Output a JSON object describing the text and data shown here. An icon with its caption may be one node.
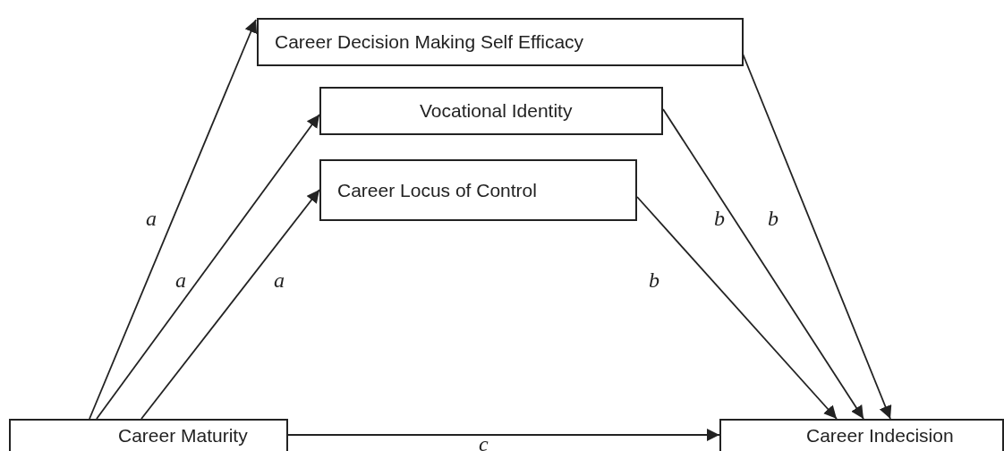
{
  "diagram": {
    "nodes": [
      {
        "text": [
          "Career Decision Making Self Efficacy"
        ]
      },
      {
        "text": [
          "Vocational Identity"
        ]
      },
      {
        "text": [
          "Career Locus of Control"
        ]
      },
      {
        "text": [
          "Career Maturity"
        ]
      },
      {
        "text": [
          "Career Indecision"
        ]
      }
    ],
    "edges": [
      {
        "from": 3,
        "to": 0,
        "arrow": "to",
        "label": "a"
      },
      {
        "from": 3,
        "to": 1,
        "arrow": "to",
        "label": "a"
      },
      {
        "from": 3,
        "to": 2,
        "arrow": "to",
        "label": "a"
      },
      {
        "from": 0,
        "to": 4,
        "arrow": "to",
        "label": "b"
      },
      {
        "from": 1,
        "to": 4,
        "arrow": "to",
        "label": "b"
      },
      {
        "from": 2,
        "to": 4,
        "arrow": "to",
        "label": "b"
      },
      {
        "from": 3,
        "to": 4,
        "arrow": "to",
        "label": "c"
      }
    ]
  }
}
